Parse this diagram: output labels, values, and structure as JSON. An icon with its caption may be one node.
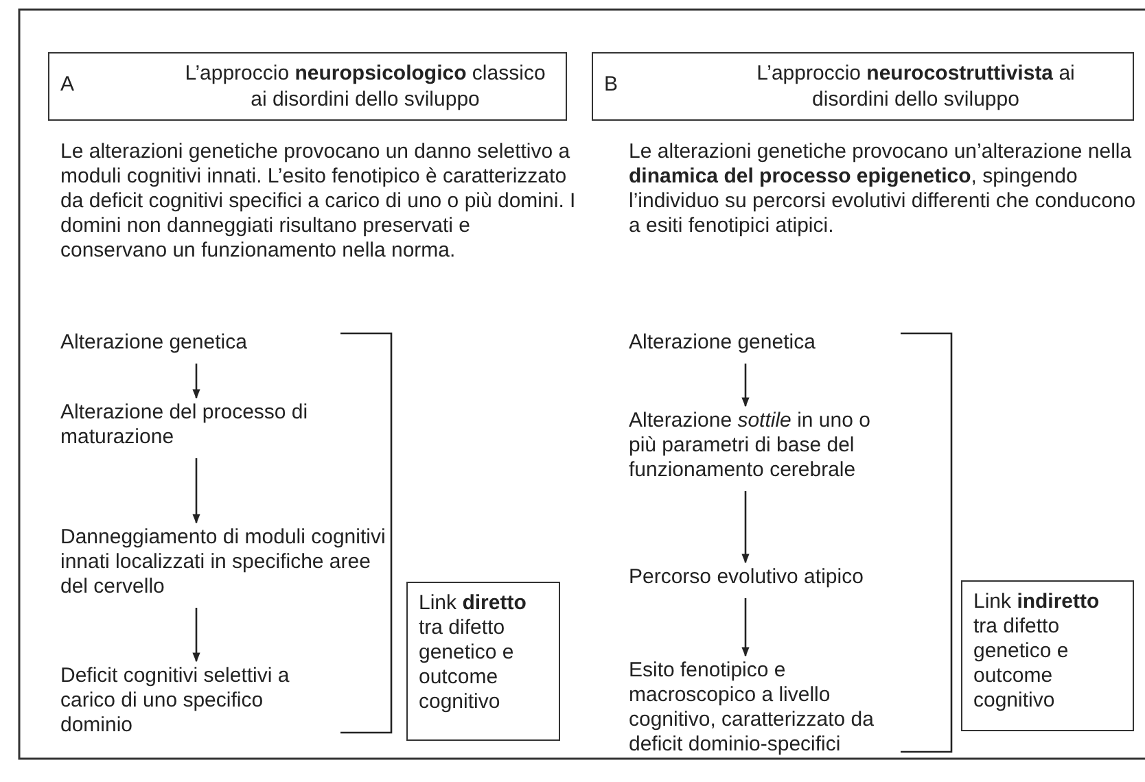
{
  "diagram": {
    "nodes": [
      {
        "text": [
          "A",
          "L’approccio **neuropsicologico** classico ai disordini dello sviluppo"
        ]
      },
      {
        "text": [
          "B",
          "L’approccio **neurocostruttivista** ai disordini dello sviluppo"
        ]
      },
      {
        "text": [
          "Alterazione genetica"
        ]
      },
      {
        "text": [
          "Alterazione del processo di maturazione"
        ]
      },
      {
        "text": [
          "Danneggiamento di moduli cognitivi innati localizzati in specifiche aree del cervello"
        ]
      },
      {
        "text": [
          "Deficit cognitivi selettivi a carico di uno specifico dominio"
        ]
      },
      {
        "text": [
          "Link **diretto** tra difetto genetico e outcome cognitivo"
        ]
      },
      {
        "text": [
          "Alterazione genetica"
        ]
      },
      {
        "text": [
          "Alterazione *sottile* in uno o più parametri di base del funzionamento cerebrale"
        ]
      },
      {
        "text": [
          "Percorso evolutivo atipico"
        ]
      },
      {
        "text": [
          "Esito fenotipico e macroscopico a livello cognitivo, caratterizzato da deficit dominio-specifici"
        ]
      },
      {
        "text": [
          "Link **indiretto** tra difetto genetico e outcome cognitivo"
        ]
      }
    ],
    "edges": [
      {
        "from": 2,
        "to": 3,
        "arrow": "to"
      },
      {
        "from": 3,
        "to": 4,
        "arrow": "to"
      },
      {
        "from": 4,
        "to": 5,
        "arrow": "to"
      },
      {
        "from": 7,
        "to": 8,
        "arrow": "to"
      },
      {
        "from": 8,
        "to": 9,
        "arrow": "to"
      },
      {
        "from": 9,
        "to": 10,
        "arrow": "to"
      }
    ],
    "labels": [
      "Le alterazioni genetiche provocano un danno selettivo a moduli cognitivi innati. L’esito fenotipico è caratterizzato da deficit cognitivi specifici a carico di uno o più domini. I domini non danneggiati risultano preservati e conservano un funzionamento nella norma.",
      "Le alterazioni genetiche provocano un’alterazione nella **dinamica del processo epigenetico**, spingendo l’individuo su percorsi evolutivi differenti che conducono a esiti fenotipici atipici."
    ]
  }
}
